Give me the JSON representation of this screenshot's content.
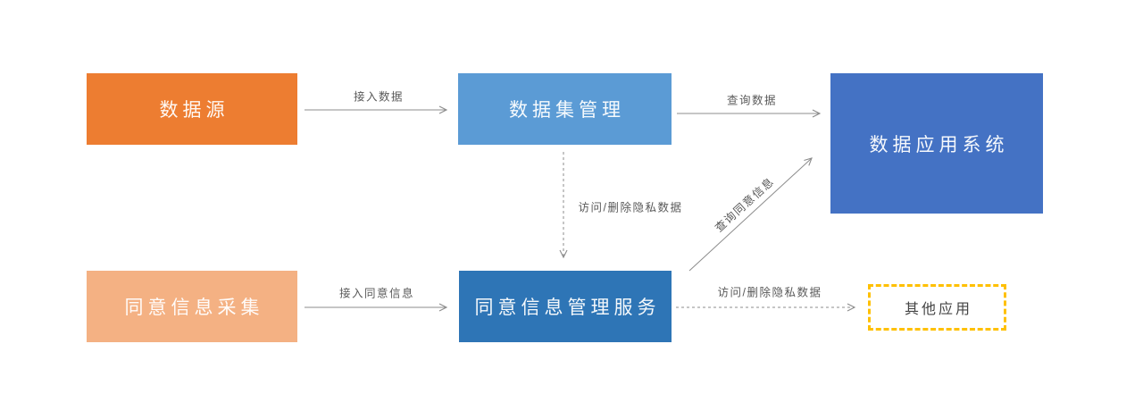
{
  "diagram": {
    "nodes": [
      {
        "id": "data-source",
        "label": "数据源",
        "fill": "#ED7D31",
        "text_color": "#FFFFFF",
        "shape": "solid-rect"
      },
      {
        "id": "dataset-management",
        "label": "数据集管理",
        "fill": "#5B9BD5",
        "text_color": "#FFFFFF",
        "shape": "solid-rect"
      },
      {
        "id": "data-application-system",
        "label": "数据应用系统",
        "fill": "#4472C4",
        "text_color": "#FFFFFF",
        "shape": "solid-rect"
      },
      {
        "id": "consent-info-collection",
        "label": "同意信息采集",
        "fill": "#F4B183",
        "text_color": "#FFFFFF",
        "shape": "solid-rect"
      },
      {
        "id": "consent-info-management-service",
        "label": "同意信息管理服务",
        "fill": "#2E75B6",
        "text_color": "#FFFFFF",
        "shape": "solid-rect"
      },
      {
        "id": "other-applications",
        "label": "其他应用",
        "fill": "#FFFFFF",
        "border_color": "#FFC000",
        "text_color": "#444444",
        "shape": "dashed-rect"
      }
    ],
    "edges": [
      {
        "from": "data-source",
        "to": "dataset-management",
        "label": "接入数据",
        "style": "solid"
      },
      {
        "from": "dataset-management",
        "to": "data-application-system",
        "label": "查询数据",
        "style": "solid"
      },
      {
        "from": "dataset-management",
        "to": "consent-info-management-service",
        "label": "访问/删除隐私数据",
        "style": "dashed"
      },
      {
        "from": "consent-info-collection",
        "to": "consent-info-management-service",
        "label": "接入同意信息",
        "style": "solid"
      },
      {
        "from": "consent-info-management-service",
        "to": "data-application-system",
        "label": "查询同意信息",
        "style": "solid"
      },
      {
        "from": "consent-info-management-service",
        "to": "other-applications",
        "label": "访问/删除隐私数据",
        "style": "dashed"
      }
    ],
    "colors": {
      "arrow_line": "#8C8C8C",
      "edge_label_text": "#595959",
      "background": "#FFFFFF"
    }
  }
}
